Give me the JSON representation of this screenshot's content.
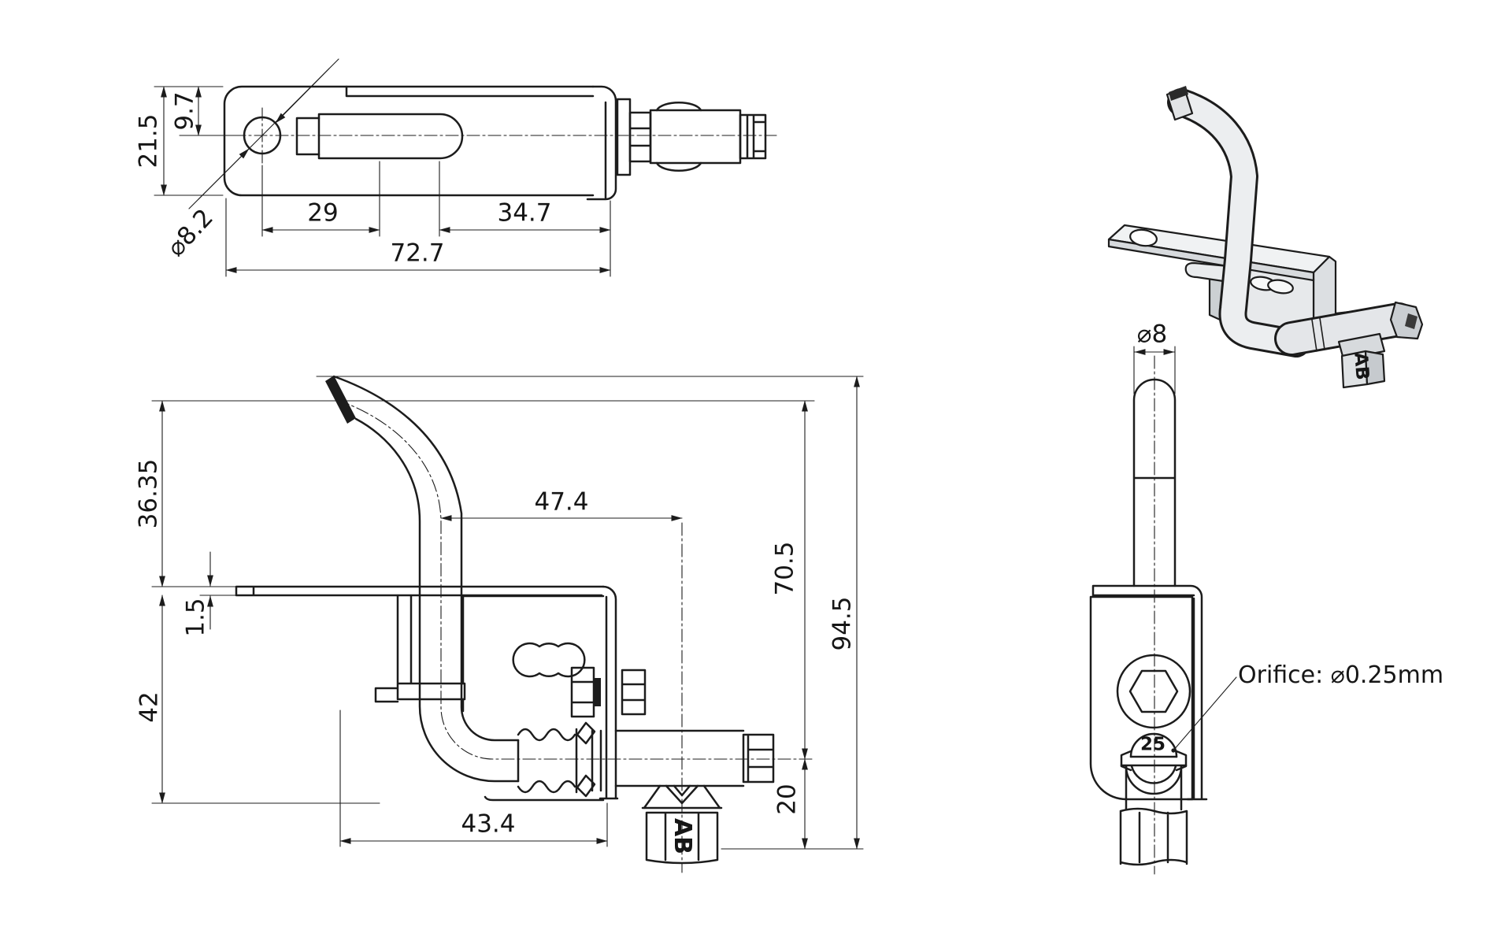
{
  "page": {
    "background": "#ffffff",
    "line_color": "#1c1c1c"
  },
  "top_view": {
    "dim_height": "21.5",
    "dim_hole_offset": "9.7",
    "dim_hole_diameter": "⌀8.2",
    "dim_hole_to_slot": "29",
    "dim_slot_to_mount": "34.7",
    "dim_overall_length": "72.7"
  },
  "side_view": {
    "dim_tip_to_bracket": "36.35",
    "dim_bracket_thickness": "1.5",
    "dim_bracket_to_bottom": "42",
    "dim_tube_to_valve_axis": "47.4",
    "dim_axis_height": "70.5",
    "dim_overall_height": "94.5",
    "dim_elbow_span": "43.4",
    "dim_axis_to_base": "20",
    "nut_marking": "AB"
  },
  "front_view": {
    "dim_tube_diameter": "⌀8",
    "orifice_stamp": "25",
    "orifice_note": "Orifice: ⌀0.25mm"
  },
  "isometric_view": {
    "nut_marking": "AB"
  }
}
